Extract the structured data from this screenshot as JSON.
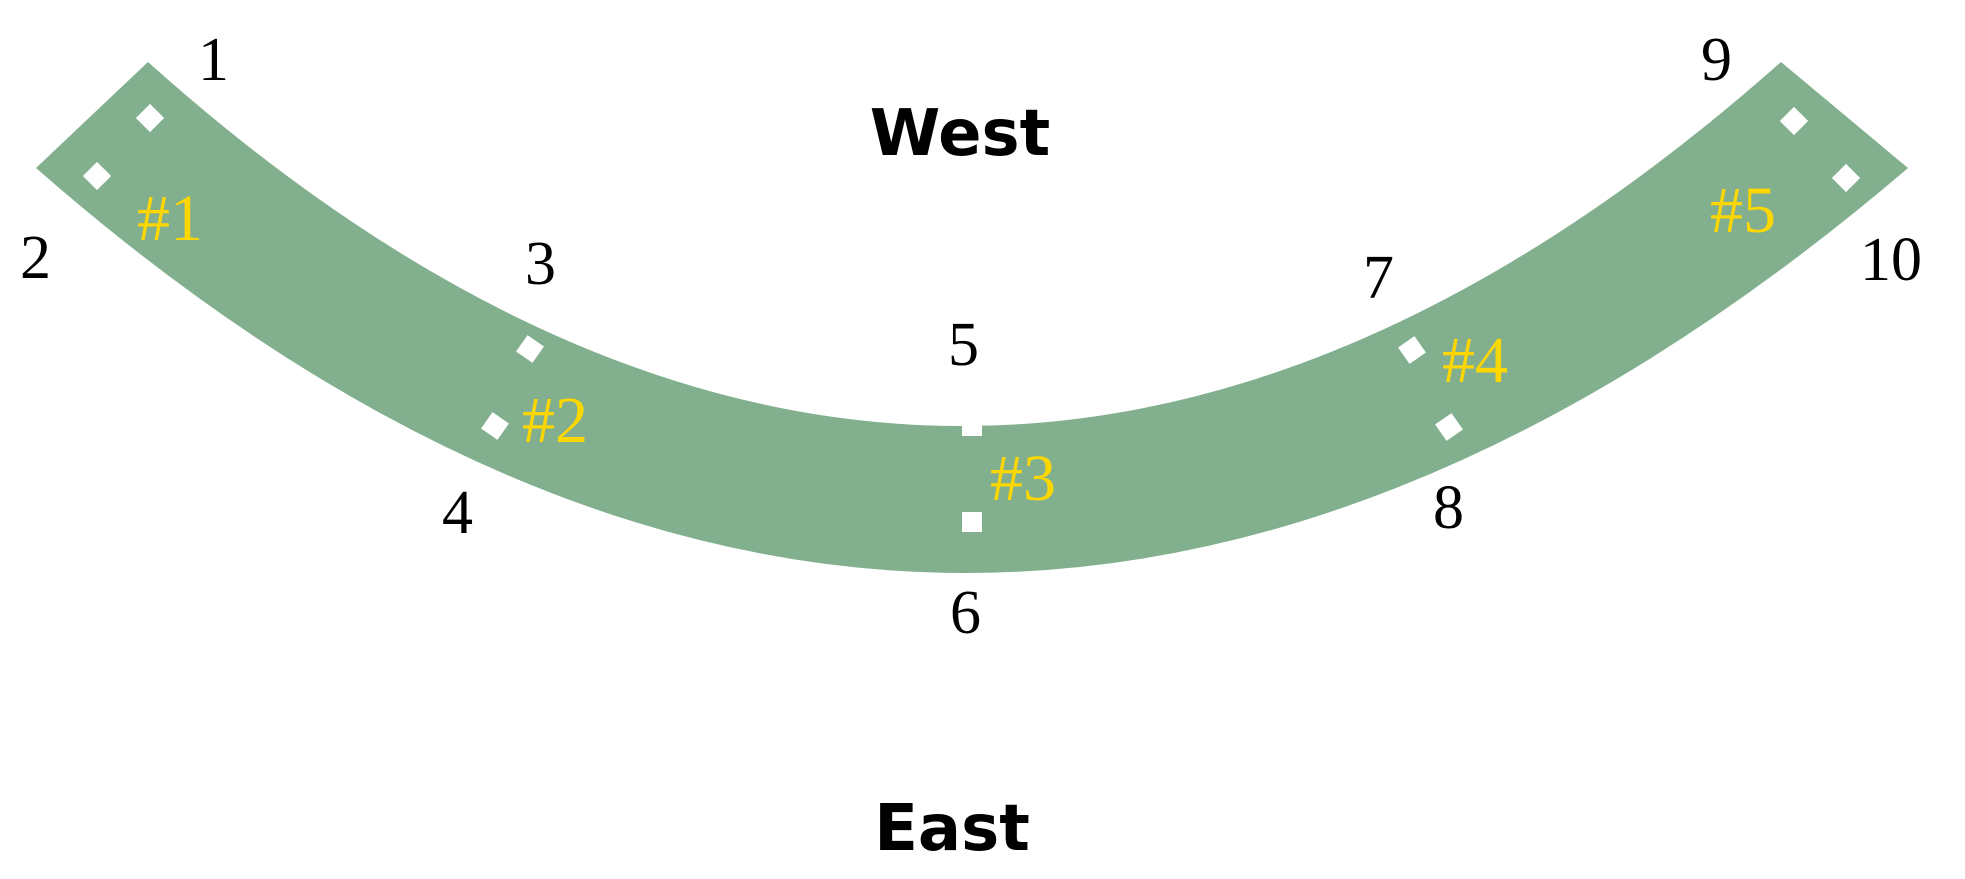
{
  "colors": {
    "band": "#82b08e",
    "sensor": "#ffffff",
    "point_number": "#000000",
    "section_label": "#ffd700",
    "direction": "#000000"
  },
  "directions": {
    "top": "West",
    "bottom": "East"
  },
  "point_numbers": [
    "1",
    "2",
    "3",
    "4",
    "5",
    "6",
    "7",
    "8",
    "9",
    "10"
  ],
  "sections": [
    "#1",
    "#2",
    "#3",
    "#4",
    "#5"
  ]
}
